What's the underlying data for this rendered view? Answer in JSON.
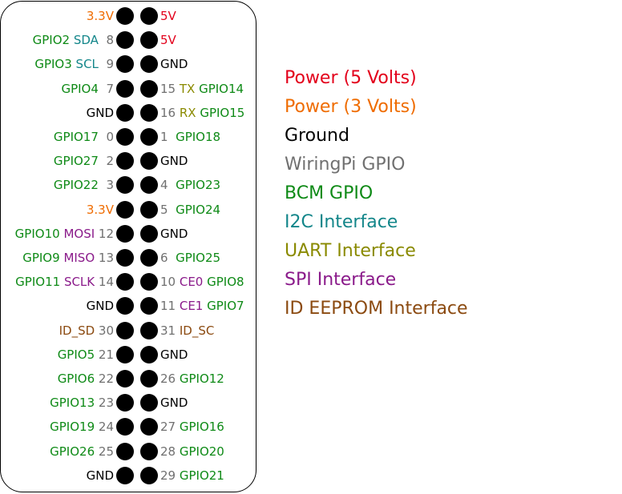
{
  "colors": {
    "power5v": "#e3001b",
    "power3v": "#ef6c00",
    "ground": "#000000",
    "wiringpi": "#707070",
    "bcm": "#0e8a16",
    "i2c": "#13868a",
    "uart": "#8a8a00",
    "spi": "#8a1a8a",
    "eeprom": "#8b4a10"
  },
  "header_rows": [
    {
      "left": [
        {
          "text": "3.3V",
          "role": "power3v"
        }
      ],
      "right": [
        {
          "text": "5V",
          "role": "power5v"
        }
      ]
    },
    {
      "left": [
        {
          "text": "GPIO2",
          "role": "bcm"
        },
        {
          "text": " SDA",
          "role": "i2c"
        },
        {
          "text": "  8",
          "role": "wiringpi"
        }
      ],
      "right": [
        {
          "text": "5V",
          "role": "power5v"
        }
      ]
    },
    {
      "left": [
        {
          "text": "GPIO3",
          "role": "bcm"
        },
        {
          "text": " SCL",
          "role": "i2c"
        },
        {
          "text": "  9",
          "role": "wiringpi"
        }
      ],
      "right": [
        {
          "text": "GND",
          "role": "ground"
        }
      ]
    },
    {
      "left": [
        {
          "text": "GPIO4",
          "role": "bcm"
        },
        {
          "text": "  7",
          "role": "wiringpi"
        }
      ],
      "right": [
        {
          "text": "15 ",
          "role": "wiringpi"
        },
        {
          "text": "TX",
          "role": "uart"
        },
        {
          "text": " GPIO14",
          "role": "bcm"
        }
      ]
    },
    {
      "left": [
        {
          "text": "GND",
          "role": "ground"
        }
      ],
      "right": [
        {
          "text": "16 ",
          "role": "wiringpi"
        },
        {
          "text": "RX",
          "role": "uart"
        },
        {
          "text": " GPIO15",
          "role": "bcm"
        }
      ]
    },
    {
      "left": [
        {
          "text": "GPIO17",
          "role": "bcm"
        },
        {
          "text": "  0",
          "role": "wiringpi"
        }
      ],
      "right": [
        {
          "text": "1  ",
          "role": "wiringpi"
        },
        {
          "text": "GPIO18",
          "role": "bcm"
        }
      ]
    },
    {
      "left": [
        {
          "text": "GPIO27",
          "role": "bcm"
        },
        {
          "text": "  2",
          "role": "wiringpi"
        }
      ],
      "right": [
        {
          "text": "GND",
          "role": "ground"
        }
      ]
    },
    {
      "left": [
        {
          "text": "GPIO22",
          "role": "bcm"
        },
        {
          "text": "  3",
          "role": "wiringpi"
        }
      ],
      "right": [
        {
          "text": "4  ",
          "role": "wiringpi"
        },
        {
          "text": "GPIO23",
          "role": "bcm"
        }
      ]
    },
    {
      "left": [
        {
          "text": "3.3V",
          "role": "power3v"
        }
      ],
      "right": [
        {
          "text": "5  ",
          "role": "wiringpi"
        },
        {
          "text": "GPIO24",
          "role": "bcm"
        }
      ]
    },
    {
      "left": [
        {
          "text": "GPIO10",
          "role": "bcm"
        },
        {
          "text": " MOSI",
          "role": "spi"
        },
        {
          "text": " 12",
          "role": "wiringpi"
        }
      ],
      "right": [
        {
          "text": "GND",
          "role": "ground"
        }
      ]
    },
    {
      "left": [
        {
          "text": "GPIO9",
          "role": "bcm"
        },
        {
          "text": " MISO",
          "role": "spi"
        },
        {
          "text": " 13",
          "role": "wiringpi"
        }
      ],
      "right": [
        {
          "text": "6  ",
          "role": "wiringpi"
        },
        {
          "text": "GPIO25",
          "role": "bcm"
        }
      ]
    },
    {
      "left": [
        {
          "text": "GPIO11",
          "role": "bcm"
        },
        {
          "text": " SCLK",
          "role": "spi"
        },
        {
          "text": " 14",
          "role": "wiringpi"
        }
      ],
      "right": [
        {
          "text": "10 ",
          "role": "wiringpi"
        },
        {
          "text": "CE0",
          "role": "spi"
        },
        {
          "text": " GPIO8",
          "role": "bcm"
        }
      ]
    },
    {
      "left": [
        {
          "text": "GND",
          "role": "ground"
        }
      ],
      "right": [
        {
          "text": "11 ",
          "role": "wiringpi"
        },
        {
          "text": "CE1",
          "role": "spi"
        },
        {
          "text": " GPIO7",
          "role": "bcm"
        }
      ]
    },
    {
      "left": [
        {
          "text": "ID_SD",
          "role": "eeprom"
        },
        {
          "text": " 30",
          "role": "wiringpi"
        }
      ],
      "right": [
        {
          "text": "31 ",
          "role": "wiringpi"
        },
        {
          "text": "ID_SC",
          "role": "eeprom"
        }
      ]
    },
    {
      "left": [
        {
          "text": "GPIO5",
          "role": "bcm"
        },
        {
          "text": " 21",
          "role": "wiringpi"
        }
      ],
      "right": [
        {
          "text": "GND",
          "role": "ground"
        }
      ]
    },
    {
      "left": [
        {
          "text": "GPIO6",
          "role": "bcm"
        },
        {
          "text": " 22",
          "role": "wiringpi"
        }
      ],
      "right": [
        {
          "text": "26 ",
          "role": "wiringpi"
        },
        {
          "text": "GPIO12",
          "role": "bcm"
        }
      ]
    },
    {
      "left": [
        {
          "text": "GPIO13",
          "role": "bcm"
        },
        {
          "text": " 23",
          "role": "wiringpi"
        }
      ],
      "right": [
        {
          "text": "GND",
          "role": "ground"
        }
      ]
    },
    {
      "left": [
        {
          "text": "GPIO19",
          "role": "bcm"
        },
        {
          "text": " 24",
          "role": "wiringpi"
        }
      ],
      "right": [
        {
          "text": "27 ",
          "role": "wiringpi"
        },
        {
          "text": "GPIO16",
          "role": "bcm"
        }
      ]
    },
    {
      "left": [
        {
          "text": "GPIO26",
          "role": "bcm"
        },
        {
          "text": " 25",
          "role": "wiringpi"
        }
      ],
      "right": [
        {
          "text": "28 ",
          "role": "wiringpi"
        },
        {
          "text": "GPIO20",
          "role": "bcm"
        }
      ]
    },
    {
      "left": [
        {
          "text": "GND",
          "role": "ground"
        }
      ],
      "right": [
        {
          "text": "29 ",
          "role": "wiringpi"
        },
        {
          "text": "GPIO21",
          "role": "bcm"
        }
      ]
    }
  ],
  "legend": [
    {
      "text": "Power (5 Volts)",
      "role": "power5v"
    },
    {
      "text": "Power (3 Volts)",
      "role": "power3v"
    },
    {
      "text": "Ground",
      "role": "ground"
    },
    {
      "text": "WiringPi GPIO",
      "role": "wiringpi"
    },
    {
      "text": "BCM GPIO",
      "role": "bcm"
    },
    {
      "text": "I2C Interface",
      "role": "i2c"
    },
    {
      "text": "UART Interface",
      "role": "uart"
    },
    {
      "text": "SPI Interface",
      "role": "spi"
    },
    {
      "text": "ID EEPROM Interface",
      "role": "eeprom"
    }
  ]
}
